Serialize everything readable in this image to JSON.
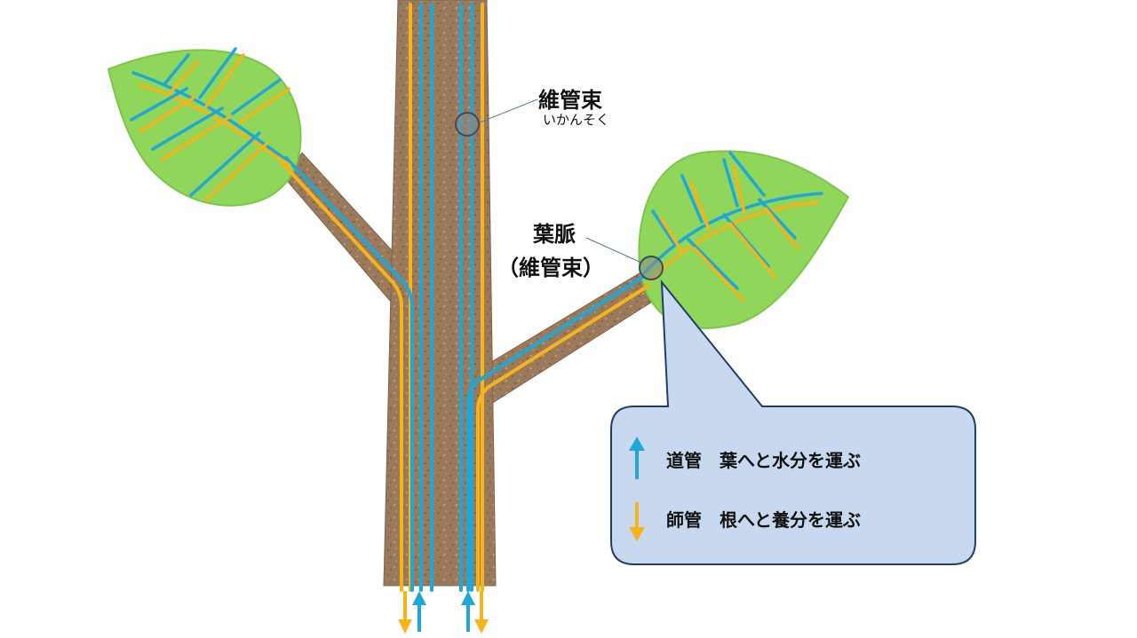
{
  "colors": {
    "xylem": "#1fa7d8",
    "phloem": "#f4b41a",
    "stem": "#9b7a5c",
    "stem_dark": "#6e5440",
    "leaf": "#8fd65a",
    "leaf_edge": "#7cc64a",
    "callout_fill": "#c8d9ef",
    "callout_stroke": "#1f3d66",
    "marker_fill": "#8a8a8a",
    "marker_stroke": "#3c4c5a"
  },
  "labels": {
    "vascular_bundle": "維管束",
    "vascular_bundle_reading": "いかんそく",
    "leaf_vein": "葉脈",
    "leaf_vein_sub": "（維管束）"
  },
  "legend": {
    "xylem_text": "道管　葉へと水分を運ぶ",
    "phloem_text": "師管　根へと養分を運ぶ",
    "xylem_icon": "arrow-up-icon",
    "phloem_icon": "arrow-down-icon"
  }
}
